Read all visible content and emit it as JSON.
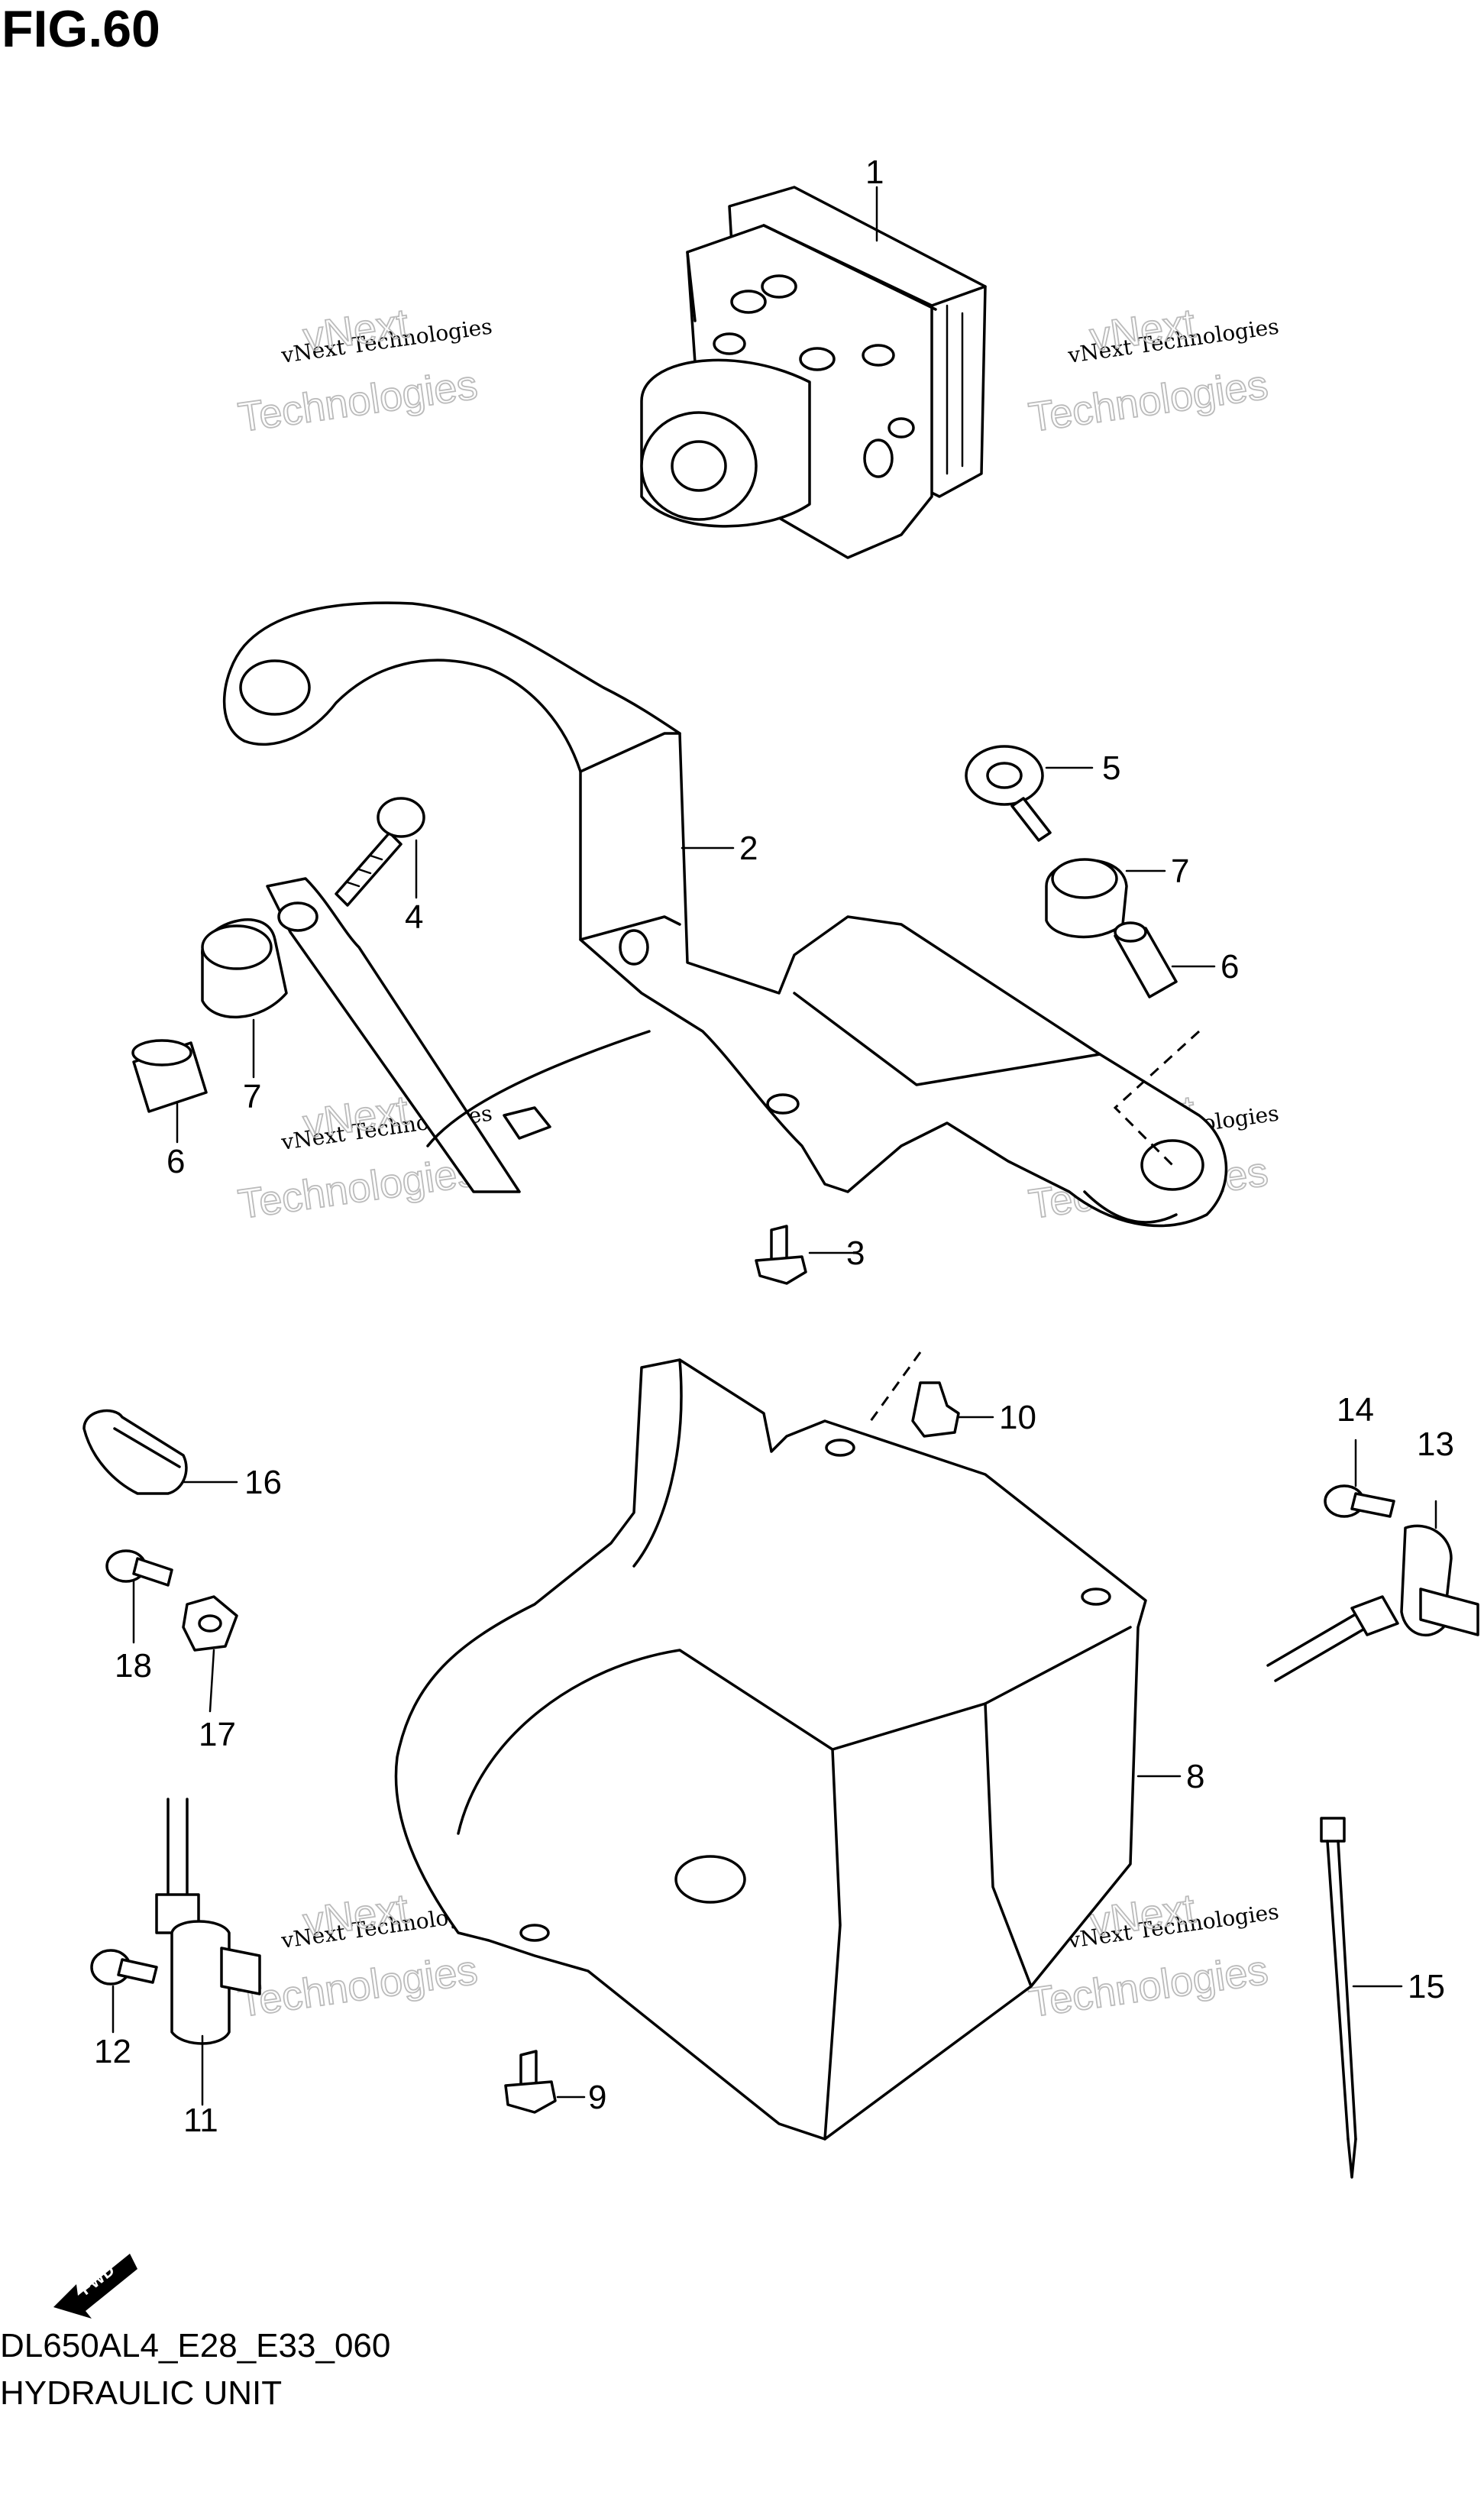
{
  "figure": {
    "title": "FIG.60",
    "model_code": "DL650AL4_E28_E33_060",
    "caption": "HYDRAULIC UNIT"
  },
  "callouts": [
    "1",
    "2",
    "3",
    "4",
    "5",
    "6",
    "7",
    "6",
    "7",
    "8",
    "9",
    "10",
    "11",
    "12",
    "13",
    "14",
    "15",
    "16",
    "17",
    "18"
  ],
  "watermark": {
    "line1": "vNext Technologies",
    "line2": "vNext",
    "line3": "Technologies"
  },
  "fwd_label": "FWD"
}
